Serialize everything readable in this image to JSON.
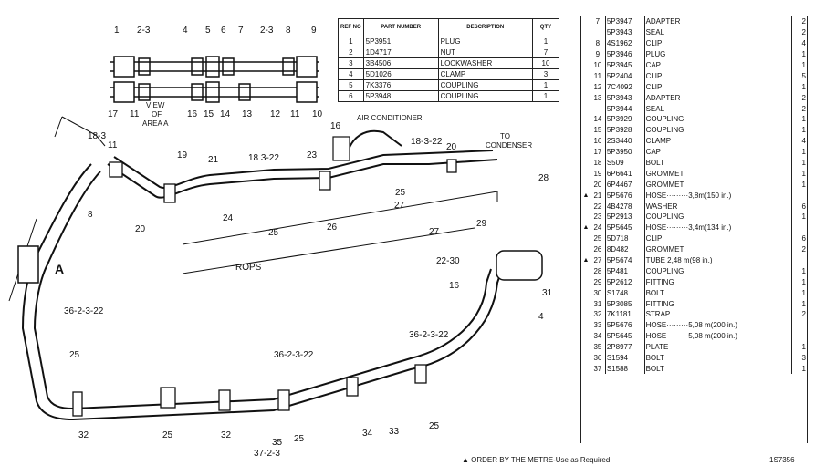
{
  "top_table": {
    "headers": [
      "REF NO",
      "PART NUMBER",
      "DESCRIPTION",
      "QTY"
    ],
    "rows": [
      {
        "no": "1",
        "part": "5P3951",
        "desc": "PLUG",
        "qty": "1"
      },
      {
        "no": "2",
        "part": "1D4717",
        "desc": "NUT",
        "qty": "7"
      },
      {
        "no": "3",
        "part": "3B4506",
        "desc": "LOCKWASHER",
        "qty": "10"
      },
      {
        "no": "4",
        "part": "5D1026",
        "desc": "CLAMP",
        "qty": "3"
      },
      {
        "no": "5",
        "part": "7K3376",
        "desc": "COUPLING",
        "qty": "1"
      },
      {
        "no": "6",
        "part": "5P3948",
        "desc": "COUPLING",
        "qty": "1"
      }
    ]
  },
  "parts_list": [
    {
      "mark": "",
      "no": "7",
      "part": "5P3947",
      "desc": "ADAPTER",
      "qty": "2"
    },
    {
      "mark": "",
      "no": "",
      "part": "5P3943",
      "desc": "SEAL",
      "qty": "2"
    },
    {
      "mark": "",
      "no": "8",
      "part": "4S1962",
      "desc": "CLIP",
      "qty": "4"
    },
    {
      "mark": "",
      "no": "9",
      "part": "5P3946",
      "desc": "PLUG",
      "qty": "1"
    },
    {
      "mark": "",
      "no": "10",
      "part": "5P3945",
      "desc": "CAP",
      "qty": "1"
    },
    {
      "mark": "",
      "no": "11",
      "part": "5P2404",
      "desc": "CLIP",
      "qty": "5"
    },
    {
      "mark": "",
      "no": "12",
      "part": "7C4092",
      "desc": "CLIP",
      "qty": "1"
    },
    {
      "mark": "",
      "no": "13",
      "part": "5P3943",
      "desc": "ADAPTER",
      "qty": "2"
    },
    {
      "mark": "",
      "no": "",
      "part": "5P3944",
      "desc": "SEAL",
      "qty": "2"
    },
    {
      "mark": "",
      "no": "14",
      "part": "5P3929",
      "desc": "COUPLING",
      "qty": "1"
    },
    {
      "mark": "",
      "no": "15",
      "part": "5P3928",
      "desc": "COUPLING",
      "qty": "1"
    },
    {
      "mark": "",
      "no": "16",
      "part": "2S3440",
      "desc": "CLAMP",
      "qty": "4"
    },
    {
      "mark": "",
      "no": "17",
      "part": "5P3950",
      "desc": "CAP",
      "qty": "1"
    },
    {
      "mark": "",
      "no": "18",
      "part": "S509",
      "desc": "BOLT",
      "qty": "1"
    },
    {
      "mark": "",
      "no": "19",
      "part": "6P6641",
      "desc": "GROMMET",
      "qty": "1"
    },
    {
      "mark": "",
      "no": "20",
      "part": "6P4467",
      "desc": "GROMMET",
      "qty": "1"
    },
    {
      "mark": "▲",
      "no": "21",
      "part": "5P5676",
      "desc": "HOSE·········3,8m(150 in.)",
      "qty": ""
    },
    {
      "mark": "",
      "no": "22",
      "part": "4B4278",
      "desc": "WASHER",
      "qty": "6"
    },
    {
      "mark": "",
      "no": "23",
      "part": "5P2913",
      "desc": "COUPLING",
      "qty": "1"
    },
    {
      "mark": "▲",
      "no": "24",
      "part": "5P5645",
      "desc": "HOSE·········3,4m(134 in.)",
      "qty": ""
    },
    {
      "mark": "",
      "no": "25",
      "part": "5D718",
      "desc": "CLIP",
      "qty": "6"
    },
    {
      "mark": "",
      "no": "26",
      "part": "8D482",
      "desc": "GROMMET",
      "qty": "2"
    },
    {
      "mark": "▲",
      "no": "27",
      "part": "5P5674",
      "desc": "TUBE        2,48 m(98 in.)",
      "qty": ""
    },
    {
      "mark": "",
      "no": "28",
      "part": "5P481",
      "desc": "COUPLING",
      "qty": "1"
    },
    {
      "mark": "",
      "no": "29",
      "part": "5P2612",
      "desc": "FITTING",
      "qty": "1"
    },
    {
      "mark": "",
      "no": "30",
      "part": "S1748",
      "desc": "BOLT",
      "qty": "1"
    },
    {
      "mark": "",
      "no": "31",
      "part": "5P3085",
      "desc": "FITTING",
      "qty": "1"
    },
    {
      "mark": "",
      "no": "32",
      "part": "7K1181",
      "desc": "STRAP",
      "qty": "2"
    },
    {
      "mark": "",
      "no": "33",
      "part": "5P5676",
      "desc": "HOSE·········5,08 m(200 in.)",
      "qty": ""
    },
    {
      "mark": "",
      "no": "34",
      "part": "5P5645",
      "desc": "HOSE·········5,08 m(200 in.)",
      "qty": ""
    },
    {
      "mark": "",
      "no": "35",
      "part": "2P8977",
      "desc": "PLATE",
      "qty": "1"
    },
    {
      "mark": "",
      "no": "36",
      "part": "S1594",
      "desc": "BOLT",
      "qty": "3"
    },
    {
      "mark": "",
      "no": "37",
      "part": "S1588",
      "desc": "BOLT",
      "qty": "1"
    }
  ],
  "diagram": {
    "view_label": "VIEW\nOF\nAREA A",
    "air_conditioner": "AIR CONDITIONER",
    "to_condenser": "TO\nCONDENSER",
    "rops": "ROPS",
    "area_a": "A",
    "callouts": {
      "c1": "1",
      "c2_3a": "2-3",
      "c4": "4",
      "c5": "5",
      "c6": "6",
      "c7": "7",
      "c2_3b": "2-3",
      "c8": "8",
      "c9": "9",
      "c17": "17",
      "c11a": "11",
      "c16a": "16",
      "c15": "15",
      "c14": "14",
      "c13": "13",
      "c12": "12",
      "c11b": "11",
      "c10": "10",
      "c18_3": "18-3",
      "c11c": "11",
      "c19": "19",
      "c21": "21",
      "c18_3_22": "18 3-22",
      "c16b": "16",
      "c23": "23",
      "c18_3_22b": "18-3-22",
      "c20a": "20",
      "c28": "28",
      "c8b": "8",
      "c20b": "20",
      "c24": "24",
      "c25a": "25",
      "c26": "26",
      "c27a": "27",
      "c25b": "25",
      "c27b": "27",
      "c29": "29",
      "c22_30": "22-30",
      "c16c": "16",
      "c31": "31",
      "c4b": "4",
      "c36_a": "36-2-3-22",
      "c36_b": "36-2-3-22",
      "c36_c": "36-2-3-22",
      "c25c": "25",
      "c32": "32",
      "c25d": "25",
      "c32b": "32",
      "c35": "35",
      "c37": "37-2-3",
      "c25e": "25",
      "c34": "34",
      "c33": "33",
      "c25f": "25"
    }
  },
  "footnote": "▲ ORDER BY THE METRE-Use as Required",
  "ref_number": "1S7356"
}
